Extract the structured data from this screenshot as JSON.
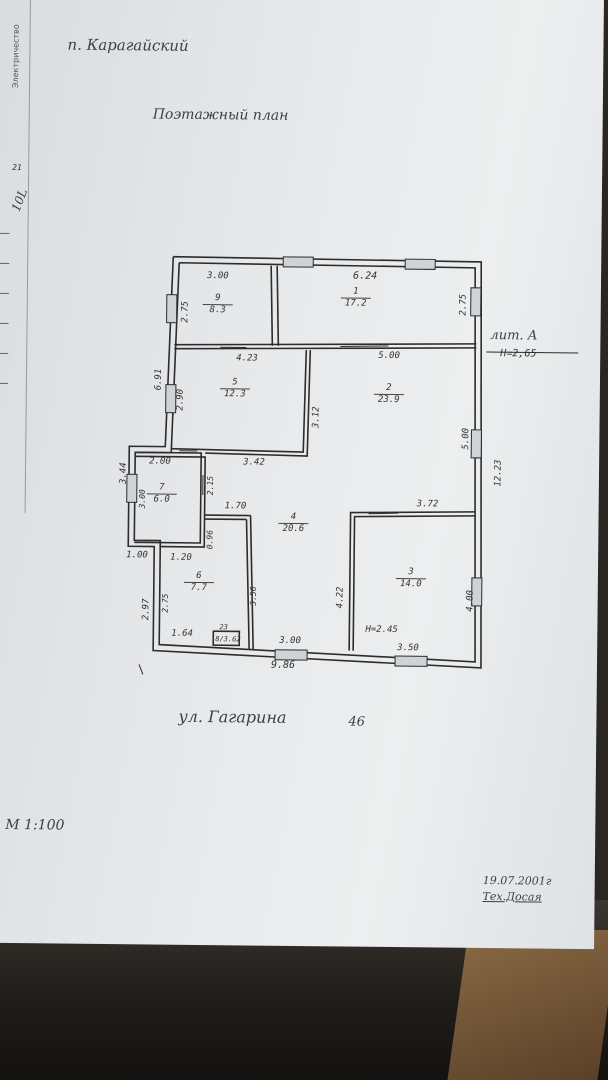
{
  "header": {
    "settlement": "п. Карагайский",
    "title": "Поэтажный план"
  },
  "margin": {
    "strip_text": "Электричество",
    "strip_num": "21",
    "page_mark": "10L"
  },
  "level": {
    "label": "лит. А",
    "height": "Н=2,65"
  },
  "rooms": [
    {
      "id": "room-1",
      "num": "1",
      "area": "17.2"
    },
    {
      "id": "room-2",
      "num": "2",
      "area": "23.9"
    },
    {
      "id": "room-3",
      "num": "3",
      "area": "14.0"
    },
    {
      "id": "room-4",
      "num": "4",
      "area": "20.6"
    },
    {
      "id": "room-5",
      "num": "5",
      "area": "12.3"
    },
    {
      "id": "room-6",
      "num": "6",
      "area": "7.7"
    },
    {
      "id": "room-7",
      "num": "7",
      "area": "6.0"
    },
    {
      "id": "room-8",
      "num": "8",
      "area": "3.62"
    },
    {
      "id": "room-9",
      "num": "9",
      "area": "8.3"
    }
  ],
  "dimensions": {
    "d_300_top": "3.00",
    "d_624": "6.24",
    "d_275_left": "2.75",
    "d_275_right": "2.75",
    "d_423": "4.23",
    "d_500_mid": "5.00",
    "d_691": "6.91",
    "d_290": "2.90",
    "d_312": "3.12",
    "d_500_right": "5.00",
    "d_1223": "12.23",
    "d_200": "2.00",
    "d_342": "3.42",
    "d_344": "3.44",
    "d_300_left": "3.00",
    "d_215": "2.15",
    "d_170": "1.70",
    "d_372": "3.72",
    "d_100": "1.00",
    "d_120": "1.20",
    "d_096": "0.96",
    "d_297": "2.97",
    "d_275_low": "2.75",
    "d_356": "3.56",
    "d_422": "4.22",
    "d_400": "4.00",
    "d_164": "1.64",
    "d_300_bottom": "3.00",
    "d_350": "3.50",
    "d_986": "9.86",
    "d_h245": "Н=2.45",
    "d_23": "23"
  },
  "street": {
    "name": "ул. Гагарина",
    "number": "46"
  },
  "scale": "М 1:100",
  "stamp": {
    "date": "19.07.2001г",
    "signature": "Тех.Досая"
  }
}
